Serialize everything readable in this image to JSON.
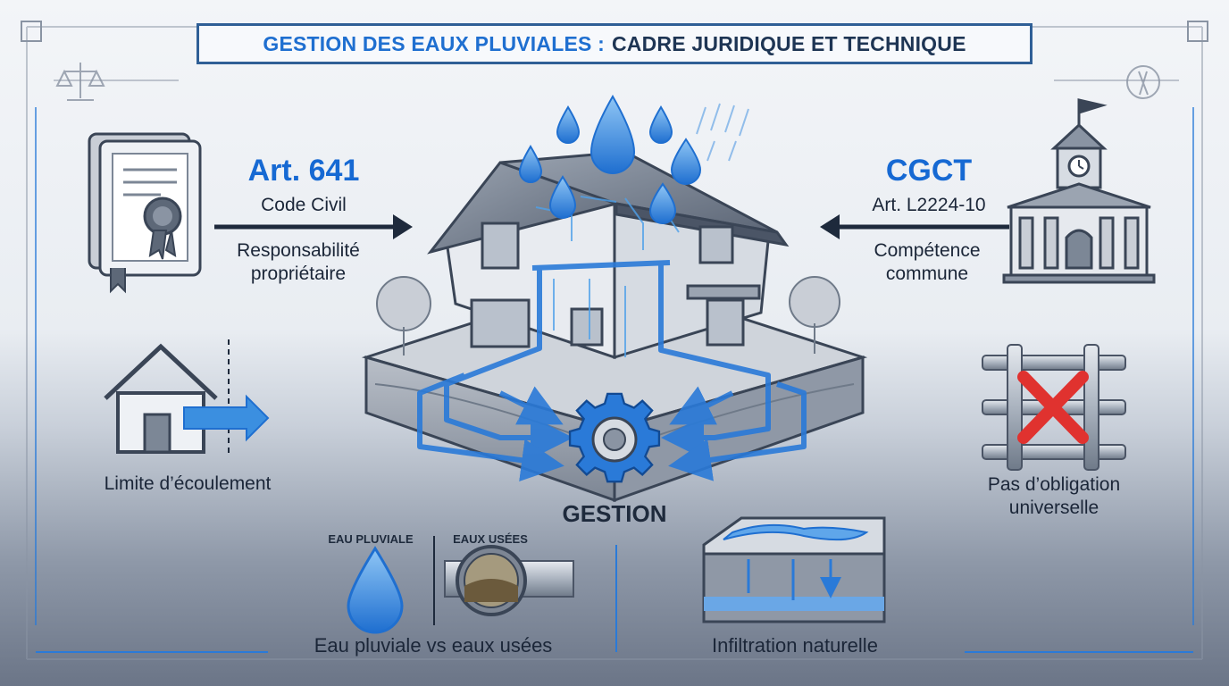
{
  "title": {
    "part1": "GESTION DES EAUX PLUVIALES :",
    "part2": "CADRE JURIDIQUE ET TECHNIQUE"
  },
  "left_top": {
    "article": "Art. 641",
    "code": "Code Civil",
    "caption": "Responsabilité propriétaire"
  },
  "right_top": {
    "code": "CGCT",
    "article": "Art. L2224-10",
    "caption": "Compétence commune"
  },
  "left_bottom": {
    "caption": "Limite d’écoulement"
  },
  "right_bottom": {
    "caption": "Pas d’obligation universelle"
  },
  "center": {
    "caption": "GESTION"
  },
  "bottom_left": {
    "tag_rain": "EAU PLUVIALE",
    "tag_waste": "EAUX USÉES",
    "caption": "Eau pluviale vs eaux usées"
  },
  "bottom_right": {
    "caption": "Infiltration naturelle"
  },
  "colors": {
    "accent_blue": "#1669d3",
    "water_blue": "#3b8fe0",
    "dark_navy": "#1e3554",
    "cross_red": "#e0322f"
  }
}
